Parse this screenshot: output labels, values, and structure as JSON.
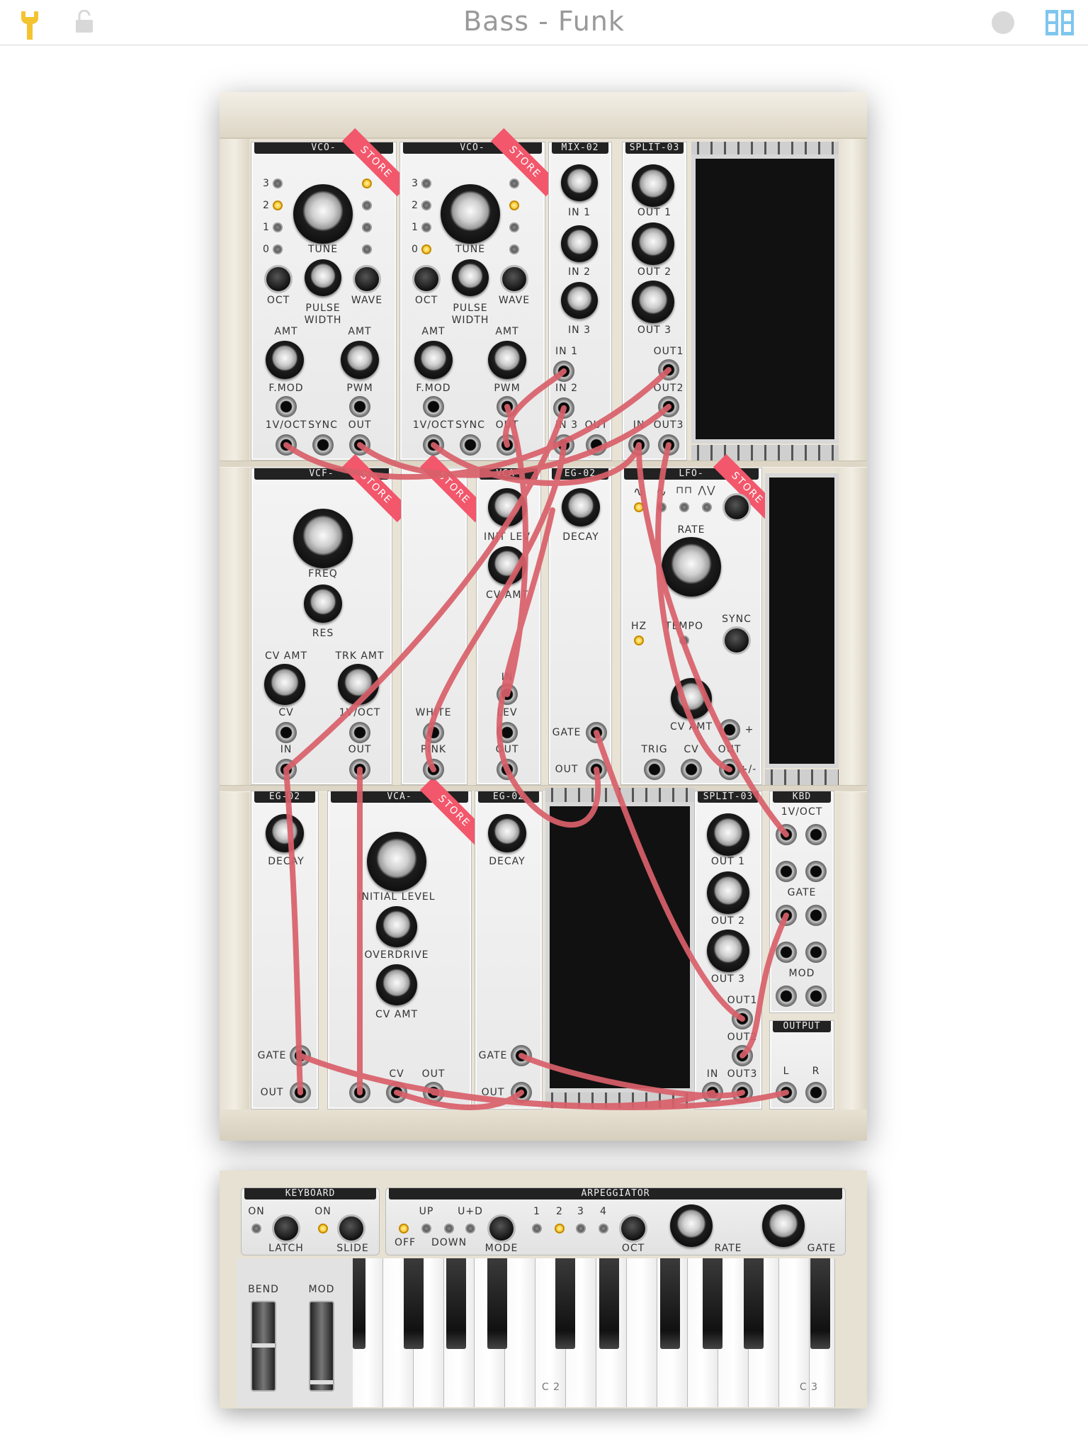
{
  "header": {
    "title": "Bass - Funk"
  },
  "toolbar_icons": [
    "wrench-icon",
    "lock-icon",
    "record-icon",
    "layout-grid-icon"
  ],
  "modules": {
    "vco1": {
      "title": "VCO-",
      "store": "STORE",
      "oct_values": [
        "3",
        "2",
        "1",
        "0"
      ],
      "tune": "TUNE",
      "oct": "OCT",
      "pw1": "PULSE",
      "pw2": "WIDTH",
      "wave": "WAVE",
      "amt1": "AMT",
      "amt2": "AMT",
      "fmod": "F.MOD",
      "pwm": "PWM",
      "v_oct": "1V/OCT",
      "sync": "SYNC",
      "out": "OUT"
    },
    "vco2": {
      "title": "VCO-",
      "store": "STORE",
      "oct_values": [
        "3",
        "2",
        "1",
        "0"
      ],
      "tune": "TUNE",
      "oct": "OCT",
      "pw1": "PULSE",
      "pw2": "WIDTH",
      "wave": "WAVE",
      "amt1": "AMT",
      "amt2": "AMT",
      "fmod": "F.MOD",
      "pwm": "PWM",
      "v_oct": "1V/OCT",
      "sync": "SYNC",
      "out": "OUT"
    },
    "mix": {
      "title": "MIX-02",
      "in1": "IN 1",
      "in2": "IN 2",
      "in3": "IN 3",
      "jin1": "IN 1",
      "jin2": "IN 2",
      "jin3": "IN 3",
      "out": "OUT"
    },
    "split1": {
      "title": "SPLIT-03",
      "out1": "OUT 1",
      "out2": "OUT 2",
      "out3": "OUT 3",
      "jout1": "OUT1",
      "jout2": "OUT2",
      "jin": "IN",
      "jout3": "OUT3"
    },
    "vcf": {
      "title": "VCF-",
      "store": "STORE",
      "freq": "FREQ",
      "res": "RES",
      "cv_amt": "CV AMT",
      "trk_amt": "TRK AMT",
      "cv": "CV",
      "v_oct": "1V/OCT",
      "in": "IN",
      "out": "OUT"
    },
    "noise": {
      "store": "STORE",
      "white": "WHITE",
      "pink": "PINK"
    },
    "vca1": {
      "title": "VCA-",
      "init_lev": "INIT LEV",
      "cv_amt": "CV AMT",
      "in": "IN",
      "lev": "LEV",
      "out": "OUT"
    },
    "eg1": {
      "title": "EG-02",
      "decay": "DECAY",
      "gate": "GATE",
      "out": "OUT"
    },
    "lfo": {
      "title": "LFO-",
      "store": "STORE",
      "rate": "RATE",
      "hz": "HZ",
      "tempo": "TEMPO",
      "sync": "SYNC",
      "cv_amt": "CV AMT",
      "trig": "TRIG",
      "cv": "CV",
      "out": "OUT",
      "plus": "+",
      "pm": "+/-",
      "waves": [
        "∿",
        "∿",
        "⊓⊓",
        "⋀⋁"
      ]
    },
    "eg2": {
      "title": "EG-02",
      "decay": "DECAY",
      "gate": "GATE",
      "out": "OUT"
    },
    "vca2": {
      "title": "VCA-",
      "store": "STORE",
      "initial_level": "INITIAL LEVEL",
      "overdrive": "OVERDRIVE",
      "cv_amt": "CV AMT",
      "cv": "CV",
      "out": "OUT"
    },
    "eg3": {
      "title": "EG-02",
      "decay": "DECAY",
      "gate": "GATE",
      "out": "OUT"
    },
    "split2": {
      "title": "SPLIT-03",
      "out1": "OUT 1",
      "out2": "OUT 2",
      "out3": "OUT 3",
      "jout1": "OUT1",
      "jout2": "OUT2",
      "jin": "IN",
      "jout3": "OUT3"
    },
    "kbd": {
      "title": "KBD",
      "v_oct": "1V/OCT",
      "gate": "GATE",
      "mod": "MOD"
    },
    "output": {
      "title": "OUTPUT",
      "l": "L",
      "r": "R"
    }
  },
  "keyboard_panel": {
    "keyboard": {
      "title": "KEYBOARD",
      "on1": "ON",
      "on2": "ON",
      "latch": "LATCH",
      "slide": "SLIDE"
    },
    "arp": {
      "title": "ARPEGGIATOR",
      "up": "UP",
      "ud": "U+D",
      "off": "OFF",
      "down": "DOWN",
      "mode": "MODE",
      "oct_nums": [
        "1",
        "2",
        "3",
        "4"
      ],
      "oct": "OCT",
      "rate": "RATE",
      "gate": "GATE"
    },
    "bend": "BEND",
    "mod": "MOD",
    "key_labels": {
      "c2": "C 2",
      "c3": "C 3"
    }
  },
  "colors": {
    "cable": "#d9606a",
    "store_ribbon": "#f2576b",
    "led_on": "#f2b300"
  }
}
